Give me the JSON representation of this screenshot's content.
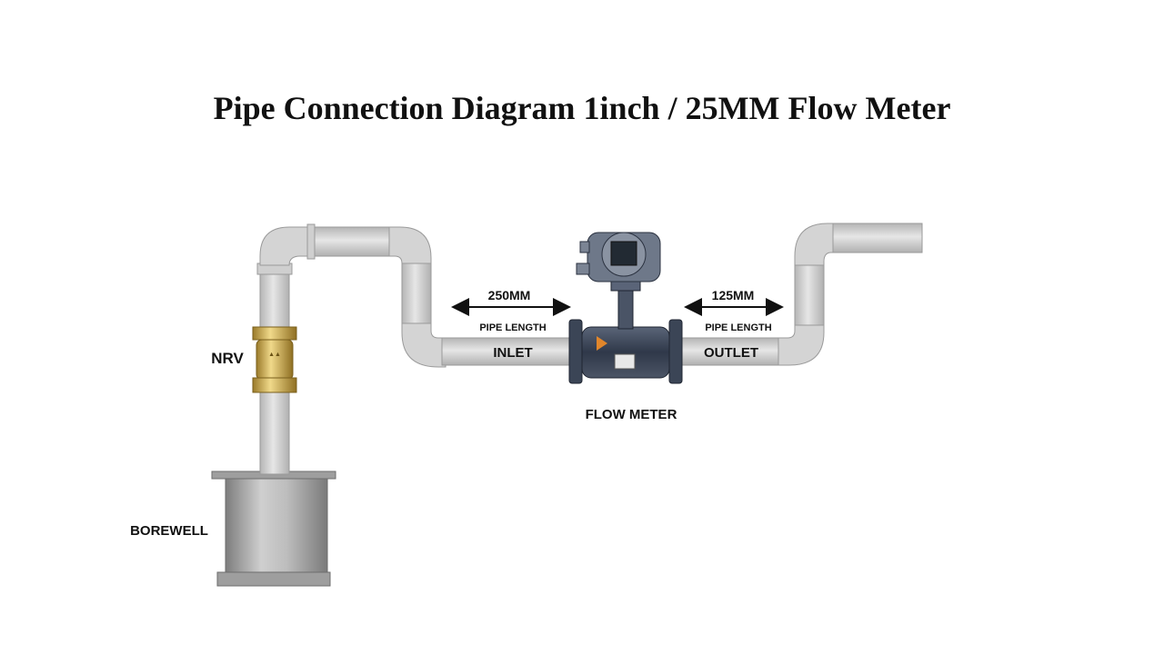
{
  "title": "Pipe Connection Diagram 1inch / 25MM Flow Meter",
  "labels": {
    "nrv": "NRV",
    "borewell": "BOREWELL",
    "inlet": "INLET",
    "outlet": "OUTLET",
    "flow_meter": "FLOW METER",
    "inlet_length": "250MM",
    "outlet_length": "125MM",
    "inlet_pipe_length": "PIPE LENGTH",
    "outlet_pipe_length": "PIPE LENGTH"
  },
  "colors": {
    "pipe": "#d2d2d2",
    "pipe_edge": "#9a9a9a",
    "meter_body": "#3d4658",
    "brass": "#c9a646",
    "tank": "#a8a8a8"
  }
}
